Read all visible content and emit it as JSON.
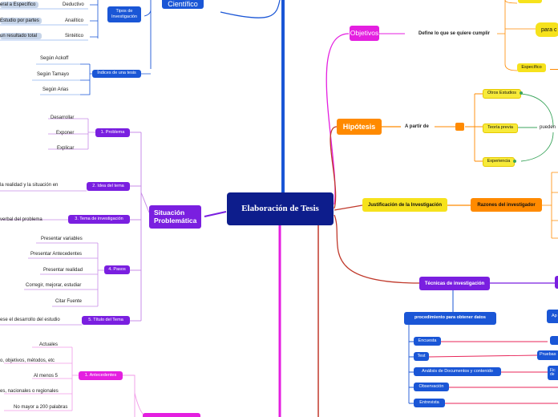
{
  "central": {
    "title": "Elaboración de Tesis"
  },
  "colors": {
    "blue": "#1a56d6",
    "violet": "#7a1fe0",
    "pink": "#e41fe0",
    "orange": "#ff8a00",
    "yellow": "#f6e21c",
    "red": "#c0392b",
    "navy": "#0d1d8c"
  },
  "left_top": {
    "cientifico": "Científico",
    "tipos": "Tipos de Investigación",
    "general_especifico": "eral a Específico",
    "deductivo": "Deductivo",
    "estudio_partes": "Estudio por partes",
    "analitico": "Analítico",
    "resultado_total": "un resultado total",
    "sintetico": "Sintético",
    "indices": "Índices de una tesis",
    "ackoff": "Según Ackoff",
    "tamayo": "Según Tamayo",
    "arias": "Según Arias"
  },
  "situacion": {
    "title": "Situación Problemática",
    "problema": "1. Problema",
    "desarrollar": "Desarrollar",
    "exponer": "Exponer",
    "explicar": "Explicar",
    "idea": "2. Idea del tema",
    "idea_child": "la realidad y la situación en",
    "tema": "3. Tema de investigación",
    "tema_child": "verbal del problema",
    "pasos": "4. Pasos",
    "presentar_variables": "Presentar variables",
    "presentar_antecedentes": "Presentar Antecedentes",
    "presentar_realidad": "Presentar realidad",
    "corregir": "Corregir, mejorar, estudiar",
    "citar": "Citar Fuente",
    "titulo": "5. Título del Tema",
    "titulo_child": "ese el desarrollo del estudio"
  },
  "antecedentes": {
    "label": "1. Antecedentes",
    "actuales": "Actuales",
    "objetivos": "o, objetivos, métodos, etc",
    "al_menos": "Al menos 5",
    "nacionales": "es, nacionales o regionales",
    "palabras": "No mayor a 200 palabras"
  },
  "objetivos": {
    "title": "Objetivos",
    "define": "Define lo que se quiere cumplir",
    "para": "para c",
    "especifico": "Específico"
  },
  "hipotesis": {
    "title": "Hipótesis",
    "a_partir": "A partir de",
    "otros": "Otros Estudios",
    "teoria": "Teoría previa",
    "experiencia": "Experiencia",
    "pueden": "pueden"
  },
  "justificacion": {
    "title": "Justificación de la Investigación",
    "razones": "Razones del investigador"
  },
  "tecnicas": {
    "title": "Técnicas de investigación",
    "procedimiento": "procedimiento para obtener datos",
    "ap": "Ap",
    "items": [
      "Encuesta",
      "Test",
      "Análisis de Documentos y contenido",
      "Observación",
      "Entrevista"
    ],
    "pruebas": "Pruebas",
    "fic": "Fic",
    "fic2": "de"
  }
}
